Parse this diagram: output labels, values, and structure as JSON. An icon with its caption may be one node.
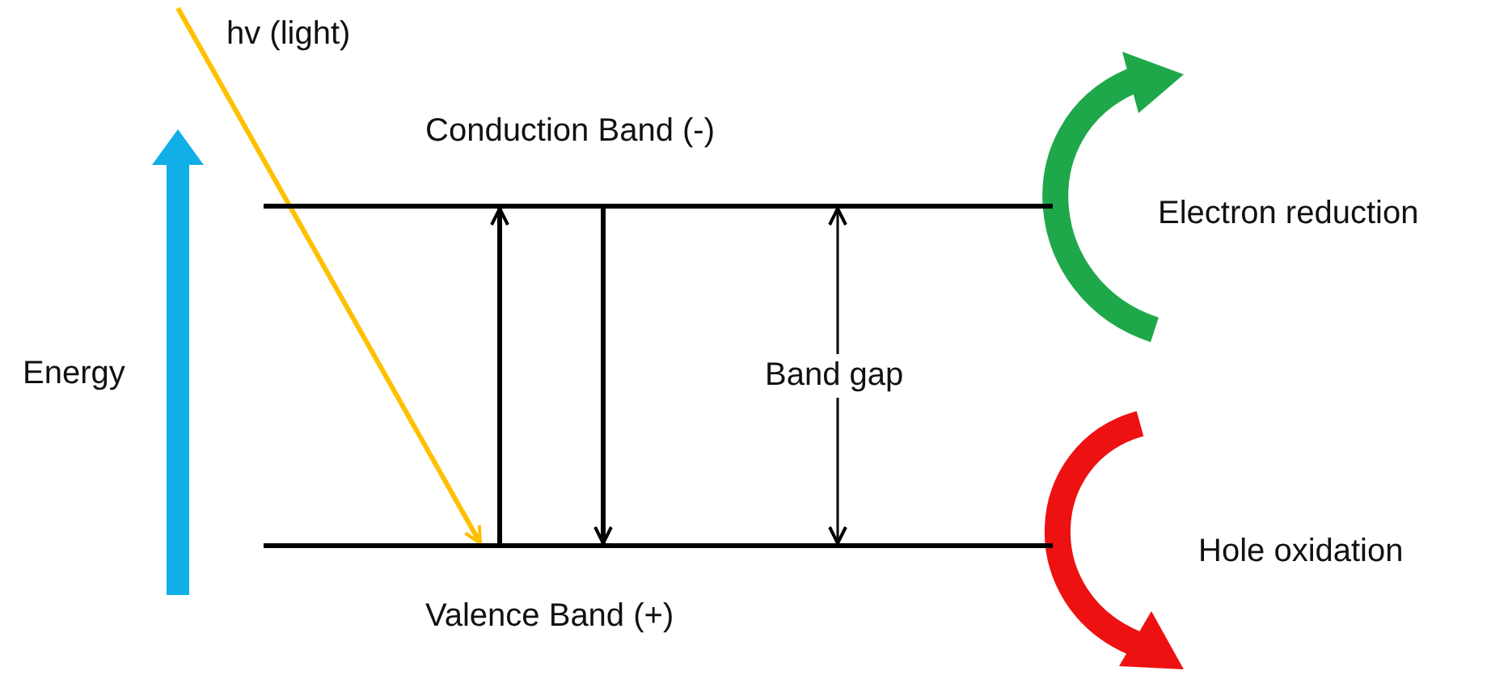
{
  "diagram": {
    "nodes": [
      {
        "text": [
          "Conduction Band (-)"
        ]
      },
      {
        "text": [
          "Valence Band (+)"
        ]
      }
    ],
    "edges": [
      {
        "from": 1,
        "to": 0,
        "arrow": "to"
      },
      {
        "from": 0,
        "to": 1,
        "arrow": "to"
      },
      {
        "from": 0,
        "to": 1,
        "arrow": "both",
        "label": "Band gap"
      },
      {
        "from": null,
        "to": 1,
        "arrow": "to",
        "label": "hv (light)",
        "color": "#ffc000"
      }
    ],
    "labels": [
      "Energy",
      "Electron reduction",
      "Hole oxidation"
    ]
  }
}
